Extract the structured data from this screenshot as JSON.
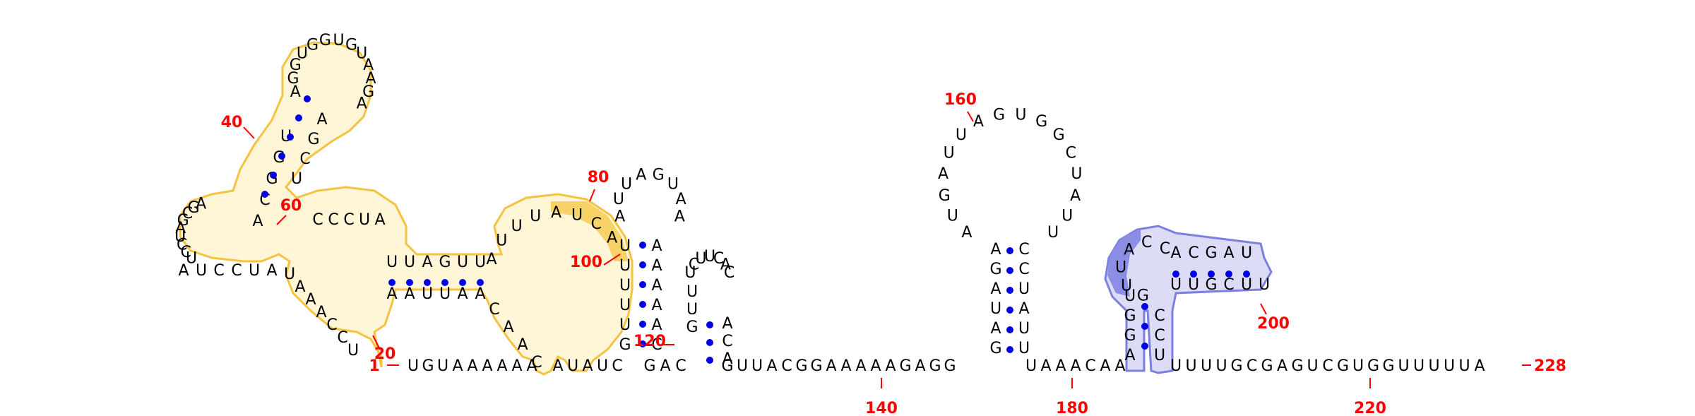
{
  "colors": {
    "background": "#ffffff",
    "nucleotide": "#000000",
    "numbering": "#ff0000",
    "pair_dot": "#0000e6",
    "backbone": "#999999",
    "highlight_yellow_stroke": "#f5c242",
    "highlight_yellow_fill": "#fff6d8",
    "highlight_yellow_strong": "#f7d266",
    "highlight_blue_stroke": "#7b7fe0",
    "highlight_blue_fill": "#dcdcf6",
    "highlight_blue_strong": "#8c8ee6"
  },
  "structure": {
    "total_length": 228,
    "numbering_labels": [
      {
        "id": "1",
        "text": "1"
      },
      {
        "id": "20",
        "text": "20"
      },
      {
        "id": "40",
        "text": "40"
      },
      {
        "id": "60",
        "text": "60"
      },
      {
        "id": "80",
        "text": "80"
      },
      {
        "id": "100",
        "text": "100"
      },
      {
        "id": "120",
        "text": "120"
      },
      {
        "id": "140",
        "text": "140"
      },
      {
        "id": "160",
        "text": "160"
      },
      {
        "id": "180",
        "text": "180"
      },
      {
        "id": "200",
        "text": "200"
      },
      {
        "id": "220",
        "text": "220"
      },
      {
        "id": "228",
        "text": "228"
      }
    ],
    "segments": [
      {
        "id": "tail5",
        "seq": "UGUAAAAAA"
      },
      {
        "id": "s1a",
        "seq": "AUCCUA"
      },
      {
        "id": "s1b",
        "seq": "UAAACCU"
      },
      {
        "id": "s2a",
        "seq": "UUAGUU"
      },
      {
        "id": "s2b",
        "seq": "AAUUAA"
      },
      {
        "id": "hp1_loop",
        "seq": "AGGUGGUGUAAGA"
      },
      {
        "id": "big_loop",
        "seq": "AUUUAUCA"
      },
      {
        "id": "s3a",
        "seq": "UUUUUG"
      },
      {
        "id": "s3b",
        "seq": "AAAAAC"
      },
      {
        "id": "hp3_loop",
        "seq": "AUUAGUAA"
      },
      {
        "id": "hp4",
        "seq": "UCUUCAC"
      },
      {
        "id": "linker",
        "seq": "UUACGGAAAAAGAGG"
      },
      {
        "id": "hp5_stem5",
        "seq": "GAUAGA"
      },
      {
        "id": "hp5_loop",
        "seq": "AUGAUUAGUGGCUAUU"
      },
      {
        "id": "hp5_stem3",
        "seq": "UUAUCC"
      },
      {
        "id": "mid",
        "seq": "AAACAA"
      },
      {
        "id": "hp6_stem",
        "seq": "UGGUACCACGAU"
      },
      {
        "id": "hp6_loop",
        "seq": "UUGCUU"
      },
      {
        "id": "tail3",
        "seq": "UUUUGCGAGUCGUGGUUUUUA"
      }
    ]
  }
}
